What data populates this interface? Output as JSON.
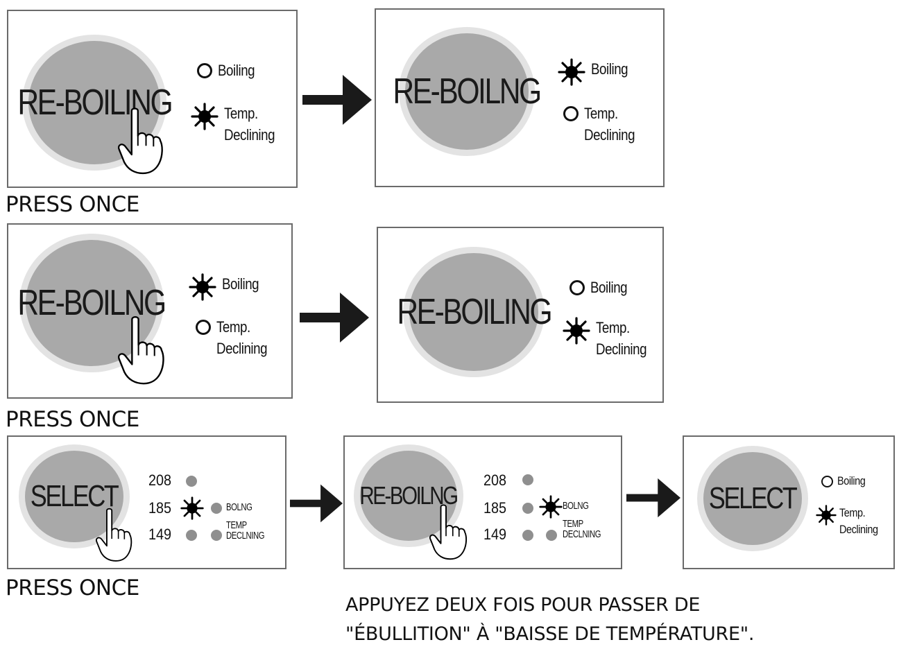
{
  "row1": {
    "left": {
      "button": "RE-BOILING",
      "boiling": "Boiling",
      "temp1": "Temp.",
      "temp2": "Declining"
    },
    "right": {
      "button": "RE-BOILNG",
      "boiling": "Boiling",
      "temp1": "Temp.",
      "temp2": "Declining"
    },
    "caption": "PRESS ONCE"
  },
  "row2": {
    "left": {
      "button": "RE-BOILNG",
      "boiling": "Boiling",
      "temp1": "Temp.",
      "temp2": "Declining"
    },
    "right": {
      "button": "RE-BOILING",
      "boiling": "Boiling",
      "temp1": "Temp.",
      "temp2": "Declining"
    },
    "caption": "PRESS ONCE"
  },
  "row3": {
    "p1": {
      "button": "SELECT",
      "t1": "208",
      "t2": "185",
      "t3": "149",
      "boil": "BOLNG",
      "temp1": "TEMP",
      "temp2": "DECLNING"
    },
    "p2": {
      "button": "RE-BOILNG",
      "t1": "208",
      "t2": "185",
      "t3": "149",
      "boil": "BOLNG",
      "temp1": "TEMP",
      "temp2": "DECLNING"
    },
    "p3": {
      "button": "SELECT",
      "boiling": "Boiling",
      "temp1": "Temp.",
      "temp2": "Declining"
    },
    "caption": "PRESS ONCE"
  },
  "note": {
    "line1": "APPUYEZ DEUX FOIS POUR PASSER DE",
    "line2": "\"ÉBULLITION\" À \"BAISSE DE TEMPÉRATURE\"."
  }
}
